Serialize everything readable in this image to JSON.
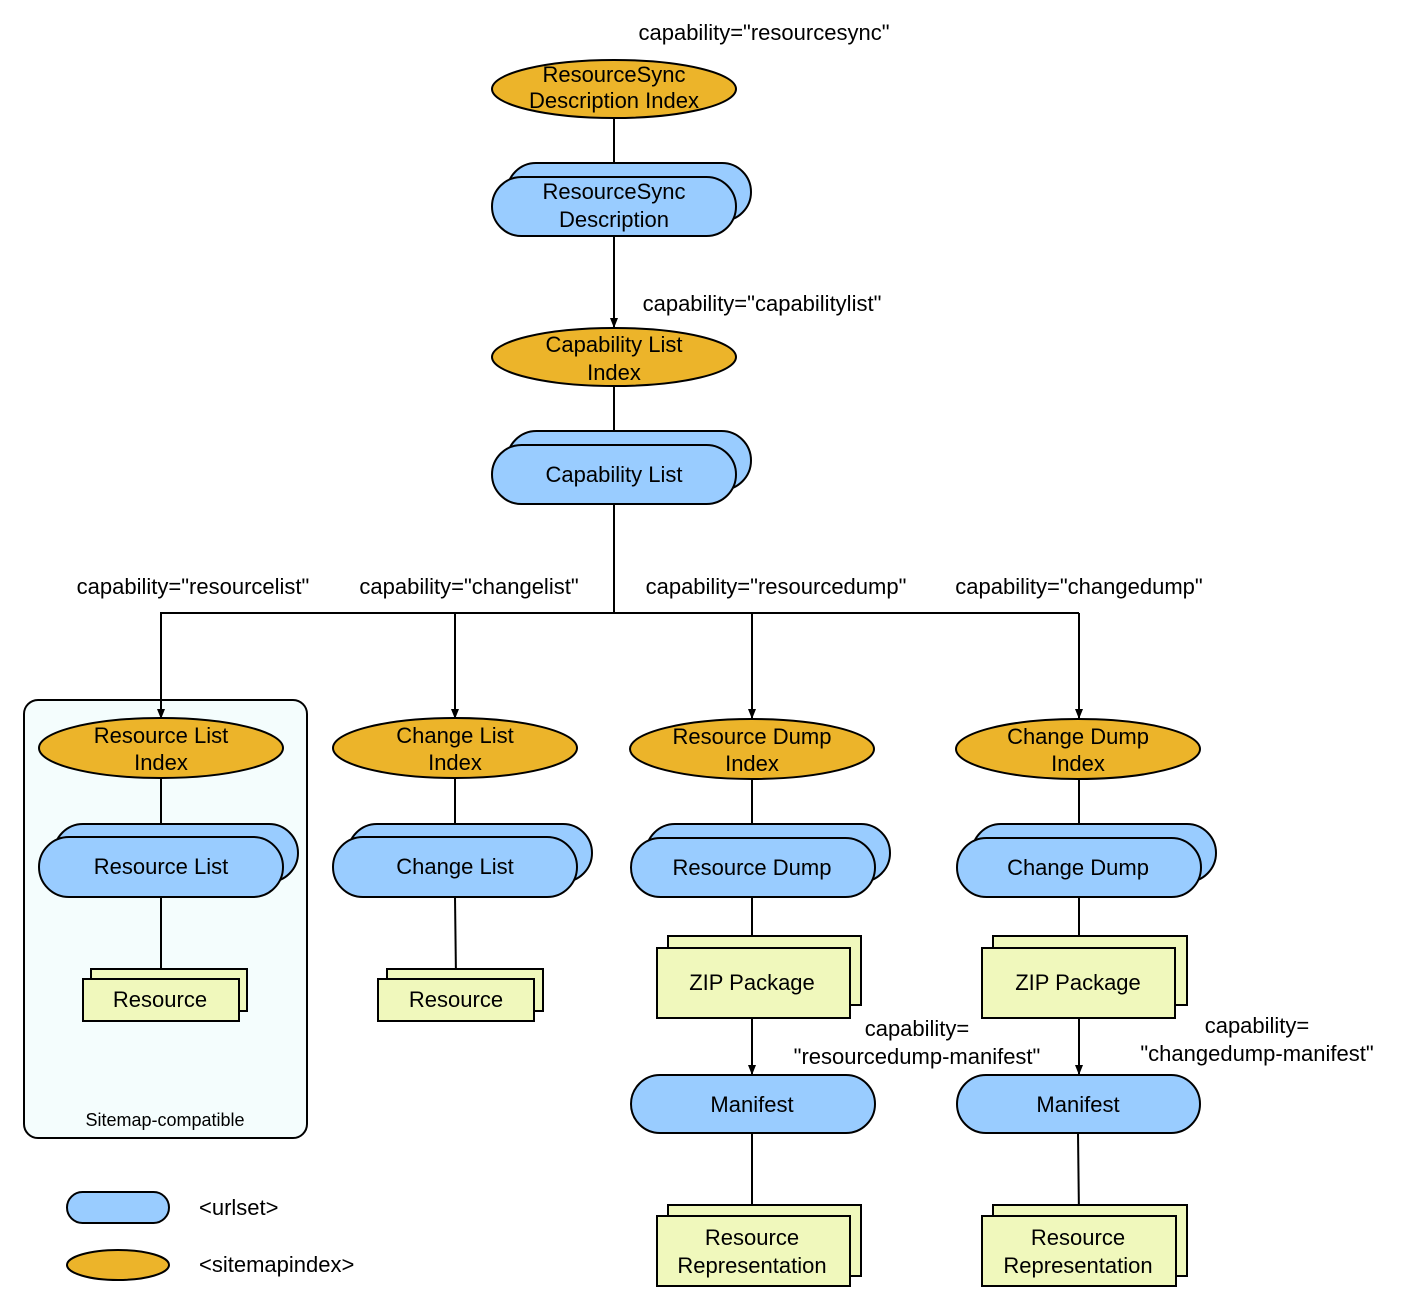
{
  "colors": {
    "urlset": "#99ccff",
    "sitemapindex": "#ecb42a",
    "resource": "#f0f8bc",
    "container_bg": "#f4fdfd",
    "stroke": "#000000"
  },
  "top": {
    "cap_resourcesync": "capability=\"resourcesync\"",
    "desc_index": [
      "ResourceSync",
      "Description Index"
    ],
    "desc": [
      "ResourceSync",
      "Description"
    ],
    "cap_capabilitylist": "capability=\"capabilitylist\"",
    "caplist_index": [
      "Capability List",
      "Index"
    ],
    "caplist": "Capability List"
  },
  "branch_caps": {
    "resourcelist": "capability=\"resourcelist\"",
    "changelist": "capability=\"changelist\"",
    "resourcedump": "capability=\"resourcedump\"",
    "changedump": "capability=\"changedump\""
  },
  "columns": {
    "resourcelist": {
      "index": [
        "Resource List",
        "Index"
      ],
      "list": "Resource List",
      "resource": "Resource"
    },
    "changelist": {
      "index": [
        "Change List",
        "Index"
      ],
      "list": "Change List",
      "resource": "Resource"
    },
    "resourcedump": {
      "index": [
        "Resource Dump",
        "Index"
      ],
      "list": "Resource Dump",
      "zip": "ZIP Package",
      "manifest_cap": [
        "capability=",
        "\"resourcedump-manifest\""
      ],
      "manifest": "Manifest",
      "representation": [
        "Resource",
        "Representation"
      ]
    },
    "changedump": {
      "index": [
        "Change Dump",
        "Index"
      ],
      "list": "Change Dump",
      "zip": "ZIP Package",
      "manifest_cap": [
        "capability=",
        "\"changedump-manifest\""
      ],
      "manifest": "Manifest",
      "representation": [
        "Resource",
        "Representation"
      ]
    }
  },
  "container_label": "Sitemap-compatible",
  "legend": {
    "urlset": "<urlset>",
    "sitemapindex": "<sitemapindex>"
  }
}
